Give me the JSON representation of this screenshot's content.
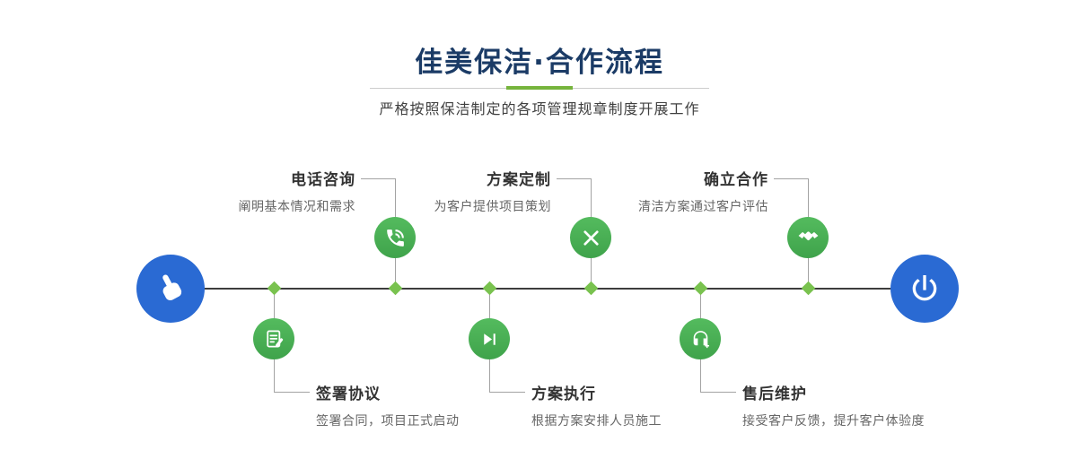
{
  "header": {
    "title": "佳美保洁·合作流程",
    "subtitle": "严格按照保洁制定的各项管理规章制度开展工作"
  },
  "steps_top": [
    {
      "label": "电话咨询",
      "desc": "阐明基本情况和需求",
      "icon": "phone-icon"
    },
    {
      "label": "方案定制",
      "desc": "为客户提供项目策划",
      "icon": "pencil-ruler-icon"
    },
    {
      "label": "确立合作",
      "desc": "清洁方案通过客户评估",
      "icon": "handshake-icon"
    }
  ],
  "steps_bottom": [
    {
      "label": "签署协议",
      "desc": "签署合同，项目正式启动",
      "icon": "memo-icon"
    },
    {
      "label": "方案执行",
      "desc": "根据方案安排人员施工",
      "icon": "play-next-icon"
    },
    {
      "label": "售后维护",
      "desc": "接受客户反馈，提升客户体验度",
      "icon": "headset-icon"
    }
  ],
  "endpoints": {
    "start_icon": "pointing-hand-icon",
    "end_icon": "power-icon"
  },
  "colors": {
    "title_navy": "#1b3b66",
    "accent_green": "#76b43c",
    "step_green": "#47ae52",
    "diamond_green": "#79c24f",
    "primary_blue": "#2a6ad3",
    "line_dark": "#3d3d3d"
  }
}
